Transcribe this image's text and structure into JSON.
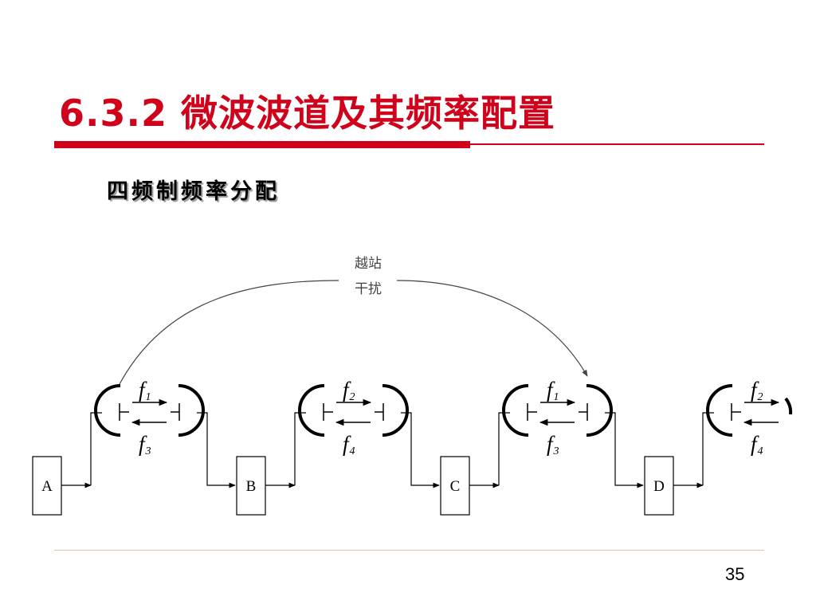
{
  "title": "6.3.2 微波波道及其频率配置",
  "subtitle": "四频制频率分配",
  "interference_label": {
    "line1": "越站",
    "line2": "干扰"
  },
  "stations": [
    "A",
    "B",
    "C",
    "D"
  ],
  "relay_freqs": [
    {
      "forward_sub": "1",
      "return_sub": "3"
    },
    {
      "forward_sub": "2",
      "return_sub": "4"
    },
    {
      "forward_sub": "1",
      "return_sub": "3"
    },
    {
      "forward_sub": "2",
      "return_sub": "4"
    }
  ],
  "page_number": "35",
  "colors": {
    "accent": "#d0021b",
    "divider": "#e8c2b0"
  }
}
